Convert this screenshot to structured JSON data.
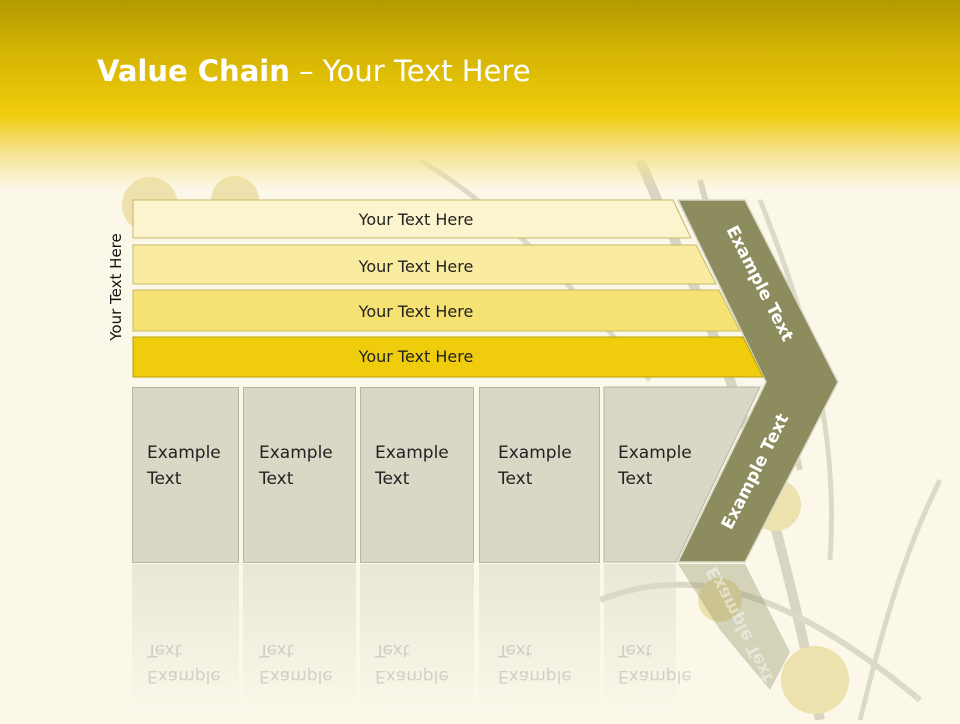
{
  "title": {
    "bold": "Value Chain",
    "rest": " – Your Text Here"
  },
  "side_label": "Your Text Here",
  "rows": [
    {
      "label": "Your Text Here",
      "color": "#fcf4cc"
    },
    {
      "label": "Your Text Here",
      "color": "#f9eba0"
    },
    {
      "label": "Your Text Here",
      "color": "#f5e272"
    },
    {
      "label": "Your Text Here",
      "color": "#efcd0d"
    }
  ],
  "columns": [
    {
      "line1": "Example",
      "line2": "Text"
    },
    {
      "line1": "Example",
      "line2": "Text"
    },
    {
      "line1": "Example",
      "line2": "Text"
    },
    {
      "line1": "Example",
      "line2": "Text"
    },
    {
      "line1": "Example",
      "line2": "Text"
    }
  ],
  "arrow": {
    "upper_label": "Example Text",
    "lower_label": "Example Text",
    "color": "#8c8c5e"
  }
}
